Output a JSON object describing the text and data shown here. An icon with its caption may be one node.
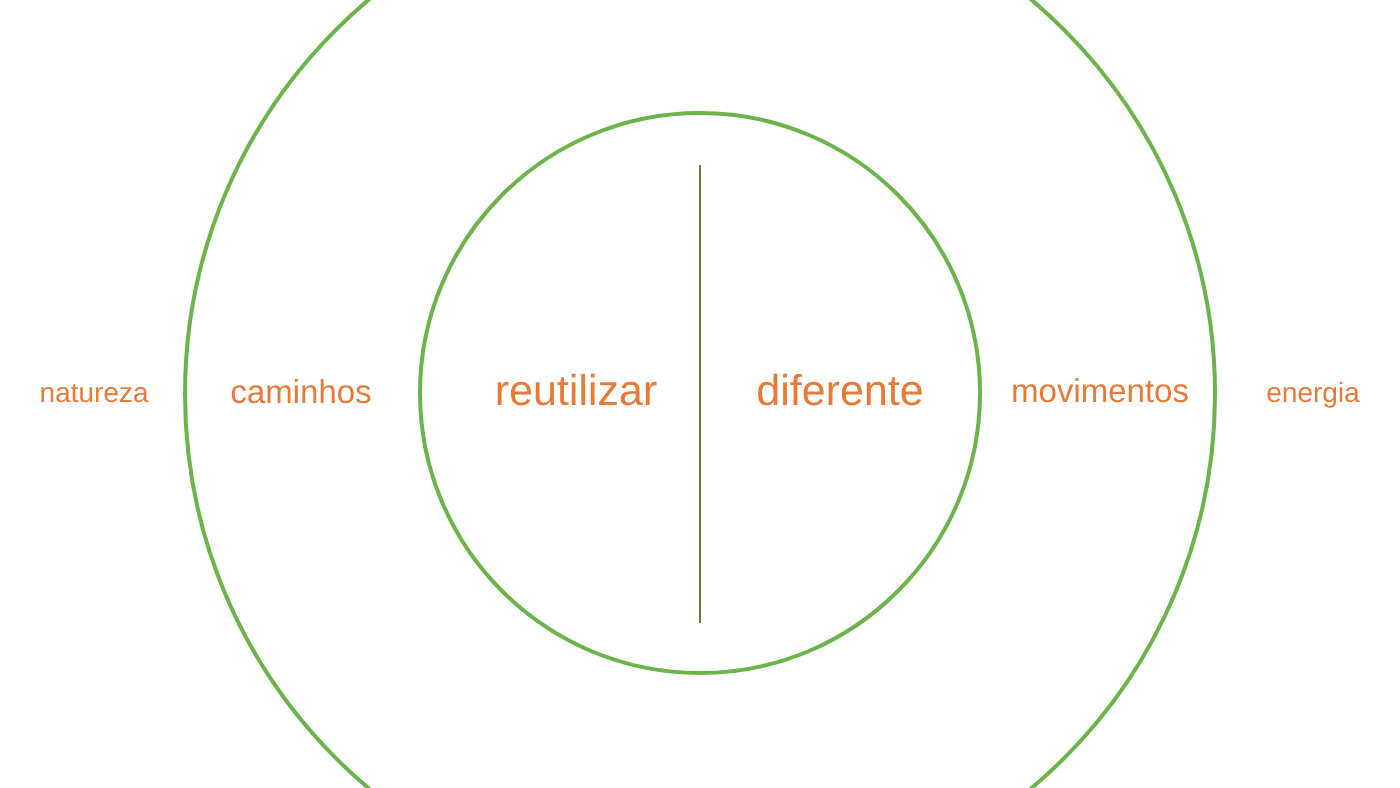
{
  "diagram": {
    "nodes": [
      {
        "text": [
          "caminhos",
          "movimentos"
        ]
      },
      {
        "text": [
          "reutilizar",
          "diferente"
        ],
        "in": 0
      }
    ],
    "labels": [
      "natureza",
      "energia"
    ]
  }
}
